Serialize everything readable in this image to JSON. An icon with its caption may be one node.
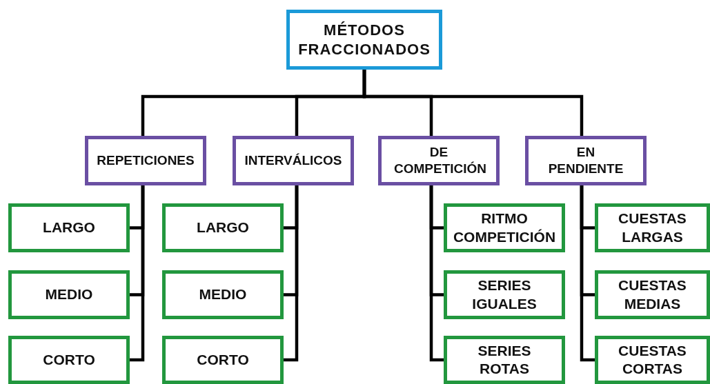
{
  "diagram": {
    "nodes": [
      {
        "text": [
          "MÉTODOS FRACCIONADOS"
        ]
      },
      {
        "text": [
          "REPETICIONES"
        ]
      },
      {
        "text": [
          "INTERVÁLICOS"
        ]
      },
      {
        "text": [
          "DE COMPETICIÓN"
        ]
      },
      {
        "text": [
          "EN PENDIENTE"
        ]
      },
      {
        "text": [
          "LARGO"
        ]
      },
      {
        "text": [
          "MEDIO"
        ]
      },
      {
        "text": [
          "CORTO"
        ]
      },
      {
        "text": [
          "LARGO"
        ]
      },
      {
        "text": [
          "MEDIO"
        ]
      },
      {
        "text": [
          "CORTO"
        ]
      },
      {
        "text": [
          "RITMO COMPETICIÓN"
        ]
      },
      {
        "text": [
          "SERIES IGUALES"
        ]
      },
      {
        "text": [
          "SERIES ROTAS"
        ]
      },
      {
        "text": [
          "CUESTAS LARGAS"
        ]
      },
      {
        "text": [
          "CUESTAS MEDIAS"
        ]
      },
      {
        "text": [
          "CUESTAS CORTAS"
        ]
      }
    ],
    "edges": [
      {
        "from": 0,
        "to": 1,
        "arrow": "none"
      },
      {
        "from": 0,
        "to": 2,
        "arrow": "none"
      },
      {
        "from": 0,
        "to": 3,
        "arrow": "none"
      },
      {
        "from": 0,
        "to": 4,
        "arrow": "none"
      },
      {
        "from": 1,
        "to": 5,
        "arrow": "none"
      },
      {
        "from": 1,
        "to": 6,
        "arrow": "none"
      },
      {
        "from": 1,
        "to": 7,
        "arrow": "none"
      },
      {
        "from": 2,
        "to": 8,
        "arrow": "none"
      },
      {
        "from": 2,
        "to": 9,
        "arrow": "none"
      },
      {
        "from": 2,
        "to": 10,
        "arrow": "none"
      },
      {
        "from": 3,
        "to": 11,
        "arrow": "none"
      },
      {
        "from": 3,
        "to": 12,
        "arrow": "none"
      },
      {
        "from": 3,
        "to": 13,
        "arrow": "none"
      },
      {
        "from": 4,
        "to": 14,
        "arrow": "none"
      },
      {
        "from": 4,
        "to": 15,
        "arrow": "none"
      },
      {
        "from": 4,
        "to": 16,
        "arrow": "none"
      }
    ]
  }
}
